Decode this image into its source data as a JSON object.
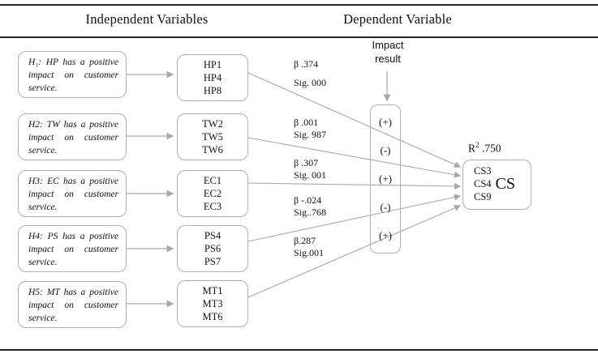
{
  "header": {
    "left_title": "Independent Variables",
    "right_title": "Dependent Variable"
  },
  "hypotheses": [
    {
      "text": "H₁: HP has a positive impact on customer service.",
      "indicators": [
        "HP1",
        "HP4",
        "HP8"
      ],
      "beta": "β .374",
      "sig": "Sig. 000",
      "impact_sign": "(+)"
    },
    {
      "text": "H2: TW has a positive impact on customer service.",
      "indicators": [
        "TW2",
        "TW5",
        "TW6"
      ],
      "beta": "β .001",
      "sig": "Sig. 987",
      "impact_sign": "(-)"
    },
    {
      "text": "H3: EC has a positive impact on customer service.",
      "indicators": [
        "EC1",
        "EC2",
        "EC3"
      ],
      "beta": "β .307",
      "sig": "Sig. 001",
      "impact_sign": "(+)"
    },
    {
      "text": "H4: PS has a positive impact on customer service.",
      "indicators": [
        "PS4",
        "PS6",
        "PS7"
      ],
      "beta": "β -.024",
      "sig": "Sig..768",
      "impact_sign": "(-)"
    },
    {
      "text": "H5: MT has a positive impact on customer service.",
      "indicators": [
        "MT1",
        "MT3",
        "MT6"
      ],
      "beta": "β.287",
      "sig": "Sig.001",
      "impact_sign": "(+)"
    }
  ],
  "impact": {
    "label": "Impact\nresult",
    "signs": [
      "(+)",
      "(-)",
      "(+)",
      "(-)",
      "(+)"
    ]
  },
  "dependent": {
    "r_base": "R",
    "r_sup": "2",
    "r_value": " .750",
    "indicators": [
      "CS3",
      "CS4",
      "CS9"
    ],
    "label": "CS"
  },
  "colors": {
    "wire": "#a9a9a9",
    "box_border": "#b0b0b0",
    "rule": "#232323",
    "text": "#111111"
  }
}
